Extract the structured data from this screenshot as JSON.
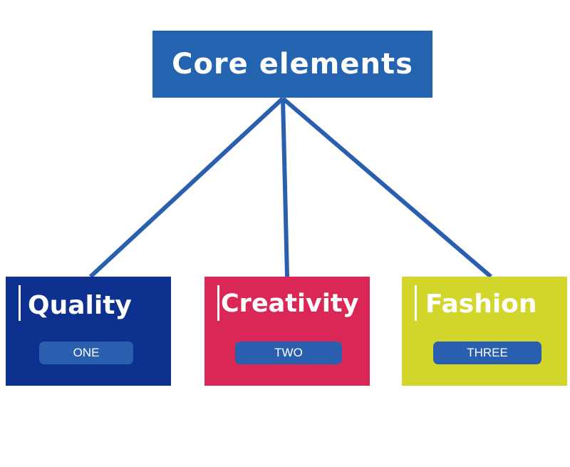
{
  "root": {
    "title": "Core elements",
    "color": "#2463b0"
  },
  "line_color": "#2a5fb0",
  "tag_color": "#2a5fb0",
  "children": [
    {
      "title": "Quality",
      "tag": "ONE",
      "color": "#0e318f"
    },
    {
      "title": "Creativity",
      "tag": "TWO",
      "color": "#da2856"
    },
    {
      "title": "Fashion",
      "tag": "THREE",
      "color": "#d3d62a"
    }
  ]
}
